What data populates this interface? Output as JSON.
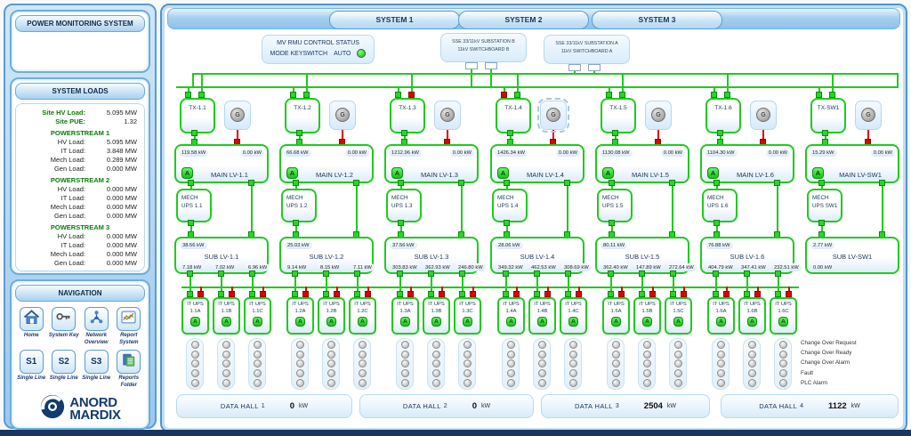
{
  "colors": {
    "green": "#1ecb1e",
    "red": "#e00000",
    "navy": "#16355f",
    "panel_blue": "#5b9bd5",
    "led_green": "#1db91d"
  },
  "sidebar": {
    "title": "POWER MONITORING SYSTEM",
    "system_loads": {
      "header": "SYSTEM LOADS",
      "site_rows": [
        {
          "label": "Site HV Load:",
          "value": "5.095 MW"
        },
        {
          "label": "Site PUE:",
          "value": "1.32"
        }
      ],
      "streams": [
        {
          "name": "POWERSTREAM 1",
          "rows": [
            {
              "label": "HV Load:",
              "value": "5.095 MW"
            },
            {
              "label": "IT Load:",
              "value": "3.848 MW"
            },
            {
              "label": "Mech Load:",
              "value": "0.289 MW"
            },
            {
              "label": "Gen Load:",
              "value": "0.000 MW"
            }
          ]
        },
        {
          "name": "POWERSTREAM 2",
          "rows": [
            {
              "label": "HV Load:",
              "value": "0.000 MW"
            },
            {
              "label": "IT Load:",
              "value": "0.000 MW"
            },
            {
              "label": "Mech Load:",
              "value": "0.000 MW"
            },
            {
              "label": "Gen Load:",
              "value": "0.000 MW"
            }
          ]
        },
        {
          "name": "POWERSTREAM 3",
          "rows": [
            {
              "label": "HV Load:",
              "value": "0.000 MW"
            },
            {
              "label": "IT Load:",
              "value": "0.000 MW"
            },
            {
              "label": "Mech Load:",
              "value": "0.000 MW"
            },
            {
              "label": "Gen Load:",
              "value": "0.000 MW"
            }
          ]
        }
      ]
    },
    "navigation": {
      "header": "NAVIGATION",
      "buttons": [
        {
          "icon": "home-icon",
          "label": "Home"
        },
        {
          "icon": "key-icon",
          "label": "System Key"
        },
        {
          "icon": "network-icon",
          "label": "Network Overview"
        },
        {
          "icon": "report-icon",
          "label": "Report System"
        },
        {
          "icon": "s1-button",
          "text": "S1",
          "label": "Single Line"
        },
        {
          "icon": "s2-button",
          "text": "S2",
          "label": "Single Line"
        },
        {
          "icon": "s3-button",
          "text": "S3",
          "label": "Single Line"
        },
        {
          "icon": "folder-icon",
          "label": "Reports Folder"
        }
      ]
    },
    "logo": {
      "line1": "ANORD",
      "line2": "MARDIX"
    }
  },
  "main": {
    "system_tabs": [
      "SYSTEM 1",
      "SYSTEM 2",
      "SYSTEM 3"
    ],
    "control_status": {
      "title": "MV RMU CONTROL STATUS",
      "mode_label": "MODE KEYSWITCH",
      "mode_value": "AUTO"
    },
    "substations": [
      {
        "line1": "SSE 33/11kV SUBSTATION B",
        "line2": "11kV SWITCHBOARD B"
      },
      {
        "line1": "SSE 33/11kV SUBSTATION A",
        "line2": "11kV SWITCHBOARD A"
      }
    ],
    "unit": "kW",
    "ups_prefix": "IT UPS",
    "columns": [
      {
        "tx": "TX-1.1",
        "main_lv": "MAIN LV-1.1",
        "main_kw": "119.58",
        "gen_kw": "0.00",
        "mech": [
          "MECH",
          "UPS 1.1"
        ],
        "sub_lv": "SUB LV-1.1",
        "sub_kw": "38.56",
        "feeder_kw": [
          "7.18",
          "7.02",
          "6.96"
        ],
        "ups": [
          "1.1A",
          "1.1B",
          "1.1C"
        ]
      },
      {
        "tx": "TX-1.2",
        "main_lv": "MAIN LV-1.2",
        "main_kw": "66.68",
        "gen_kw": "0.00",
        "mech": [
          "MECH",
          "UPS 1.2"
        ],
        "sub_lv": "SUB LV-1.2",
        "sub_kw": "25.03",
        "feeder_kw": [
          "9.14",
          "8.15",
          "7.11"
        ],
        "ups": [
          "1.2A",
          "1.2B",
          "1.2C"
        ]
      },
      {
        "tx": "TX-1.3",
        "main_lv": "MAIN LV-1.3",
        "main_kw": "1212.96",
        "gen_kw": "0.00",
        "mech": [
          "MECH",
          "UPS 1.3"
        ],
        "sub_lv": "SUB LV-1.3",
        "sub_kw": "37.56",
        "feeder_kw": [
          "303.83",
          "362.93",
          "246.80"
        ],
        "ups": [
          "1.3A",
          "1.3B",
          "1.3C"
        ]
      },
      {
        "tx": "TX-1.4",
        "main_lv": "MAIN LV-1.4",
        "main_kw": "1426.34",
        "gen_kw": "0.00",
        "mech": [
          "MECH",
          "UPS 1.4"
        ],
        "sub_lv": "SUB LV-1.4",
        "sub_kw": "28.06",
        "feeder_kw": [
          "349.32",
          "462.53",
          "308.69"
        ],
        "ups": [
          "1.4A",
          "1.4B",
          "1.4C"
        ],
        "gen_selected": true
      },
      {
        "tx": "TX-1.5",
        "main_lv": "MAIN LV-1.5",
        "main_kw": "1130.08",
        "gen_kw": "0.00",
        "mech": [
          "MECH",
          "UPS 1.5"
        ],
        "sub_lv": "SUB LV-1.5",
        "sub_kw": "80.11",
        "feeder_kw": [
          "362.40",
          "147.89",
          "272.64"
        ],
        "ups": [
          "1.5A",
          "1.5B",
          "1.5C"
        ]
      },
      {
        "tx": "TX-1.6",
        "main_lv": "MAIN LV-1.6",
        "main_kw": "1104.30",
        "gen_kw": "0.00",
        "mech": [
          "MECH",
          "UPS 1.6"
        ],
        "sub_lv": "SUB LV-1.6",
        "sub_kw": "76.88",
        "feeder_kw": [
          "404.79",
          "347.41",
          "232.51"
        ],
        "ups": [
          "1.6A",
          "1.6B",
          "1.6C"
        ]
      },
      {
        "tx": "TX-SW1",
        "main_lv": "MAIN LV-SW1",
        "main_kw": "15.29",
        "gen_kw": "0.00",
        "mech": [
          "MECH",
          "UPS SW1"
        ],
        "sub_lv": "SUB LV-SW1",
        "sub_kw": "2.77",
        "feeder_kw": [
          "0.00"
        ],
        "ups": []
      }
    ],
    "legend": [
      "Change Over Request",
      "Change Over Ready",
      "Change Over Alarm",
      "Fault",
      "PLC Alarm"
    ],
    "data_halls": [
      {
        "label": "DATA HALL",
        "number": "1",
        "value": "0"
      },
      {
        "label": "DATA HALL",
        "number": "2",
        "value": "0"
      },
      {
        "label": "DATA HALL",
        "number": "3",
        "value": "2504"
      },
      {
        "label": "DATA HALL",
        "number": "4",
        "value": "1122"
      }
    ]
  }
}
